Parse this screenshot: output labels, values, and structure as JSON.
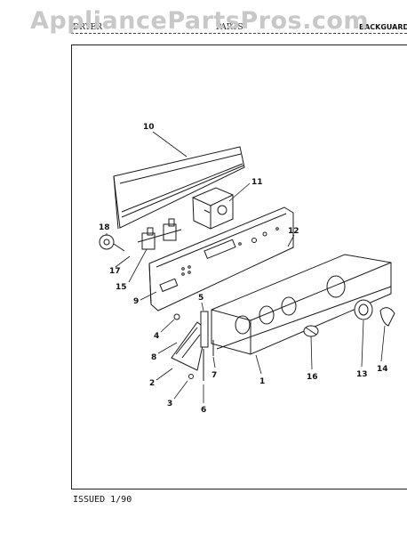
{
  "watermark": "AppliancePartsPros.com",
  "header": {
    "left": "DRYER",
    "middle": "PARTS",
    "right": "BACKGUARD"
  },
  "footer": "ISSUED 1/90",
  "callouts": [
    "10",
    "11",
    "12",
    "18",
    "17",
    "15",
    "9",
    "5",
    "4",
    "8",
    "2",
    "3",
    "6",
    "7",
    "1",
    "16",
    "13",
    "14"
  ]
}
